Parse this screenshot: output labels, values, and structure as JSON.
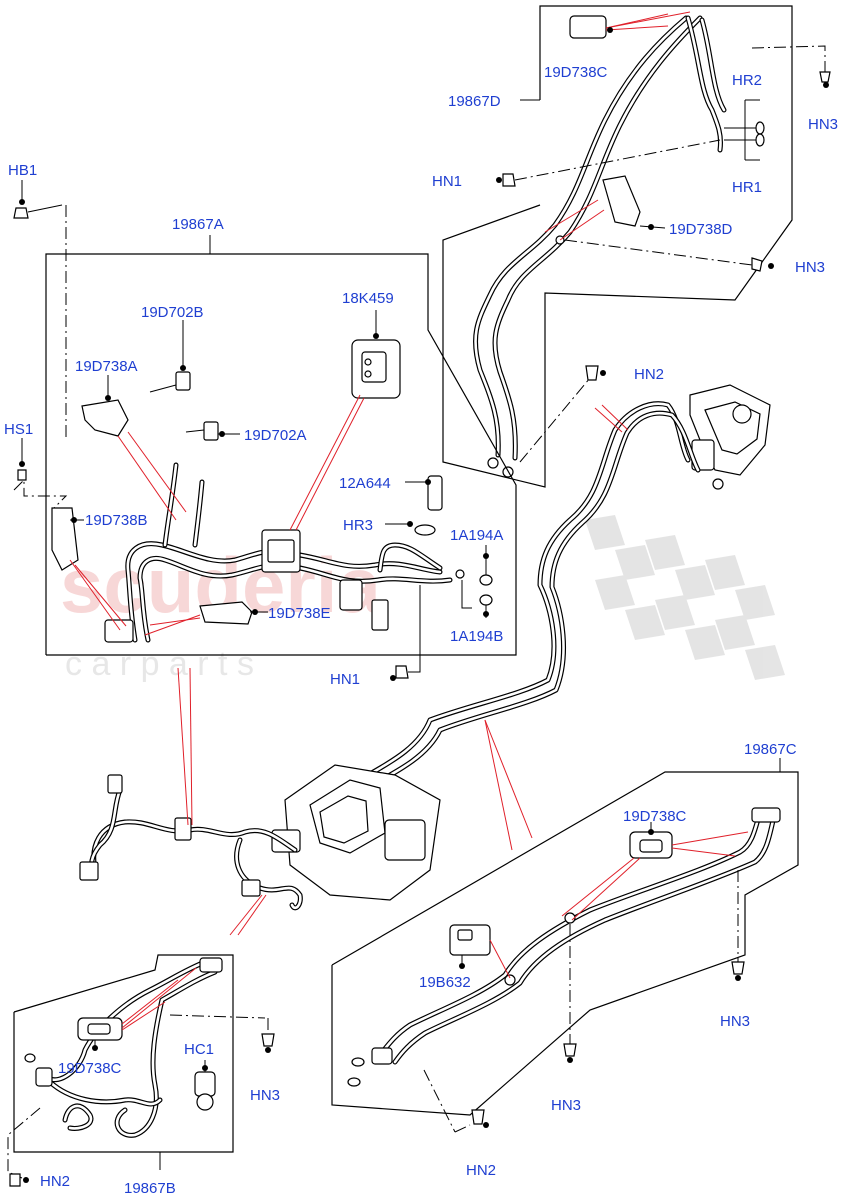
{
  "watermark": {
    "brand": "scuderia",
    "sub": "c a r   p a r t s"
  },
  "labels": {
    "l19867D": "19867D",
    "l19D738C_top": "19D738C",
    "lHR2": "HR2",
    "lHR1": "HR1",
    "lHN3_top": "HN3",
    "lHN1_top": "HN1",
    "l19D738D": "19D738D",
    "lHN3_mid": "HN3",
    "lHB1": "HB1",
    "l19867A": "19867A",
    "l19D702B": "19D702B",
    "l18K459": "18K459",
    "l19D738A": "19D738A",
    "l19D702A": "19D702A",
    "lHS1": "HS1",
    "l12A644": "12A644",
    "lHR3": "HR3",
    "l19D738B": "19D738B",
    "l1A194A": "1A194A",
    "l19D738E": "19D738E",
    "l1A194B": "1A194B",
    "lHN1_mid": "HN1",
    "lHN2_top": "HN2",
    "l19867C": "19867C",
    "l19D738C_right": "19D738C",
    "l19B632": "19B632",
    "lHN3_right": "HN3",
    "lHN3_bottom": "HN3",
    "lHN2_bottom": "HN2",
    "l19D738C_left": "19D738C",
    "lHC1": "HC1",
    "lHN3_left": "HN3",
    "lHN2_left": "HN2",
    "l19867B": "19867B"
  }
}
